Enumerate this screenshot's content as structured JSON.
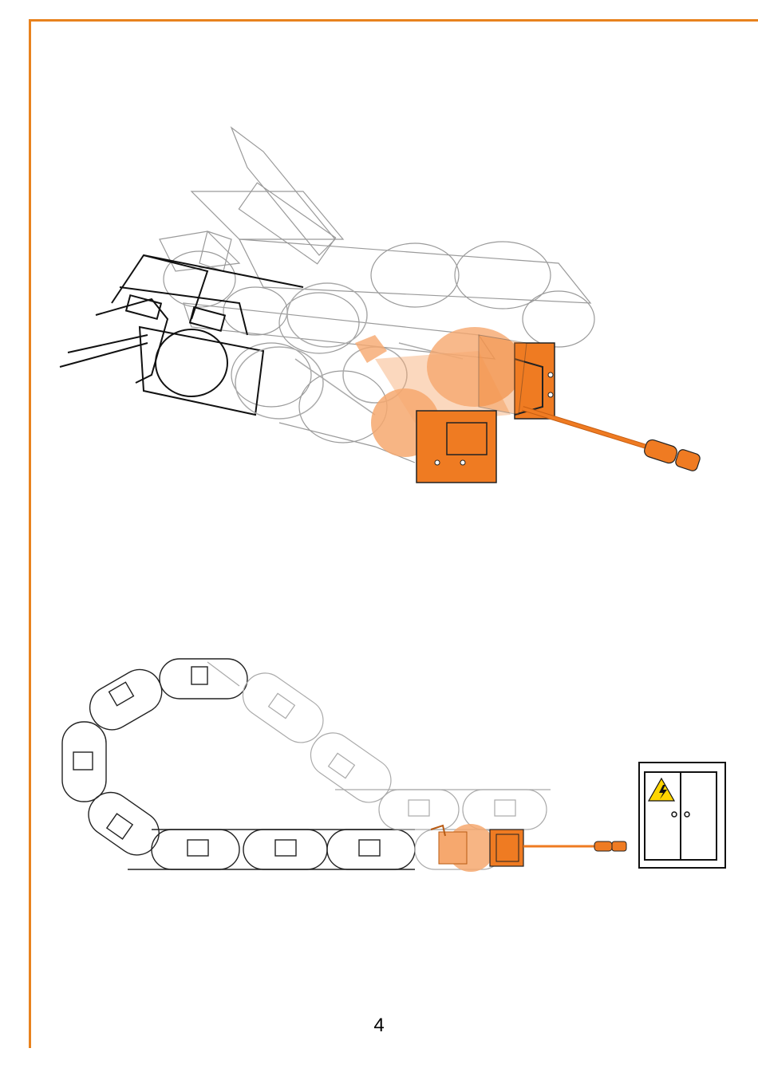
{
  "page": {
    "number": "4",
    "accent_color": "#e8821e",
    "sensor_color": "#f07c22"
  },
  "figures": {
    "top": {
      "icon": "cable-chain-isometric-with-sensor"
    },
    "bottom": {
      "icon": "cable-chain-side-view-with-sensor"
    },
    "cabinet": {
      "icon": "electrical-cabinet-high-voltage-icon"
    }
  }
}
